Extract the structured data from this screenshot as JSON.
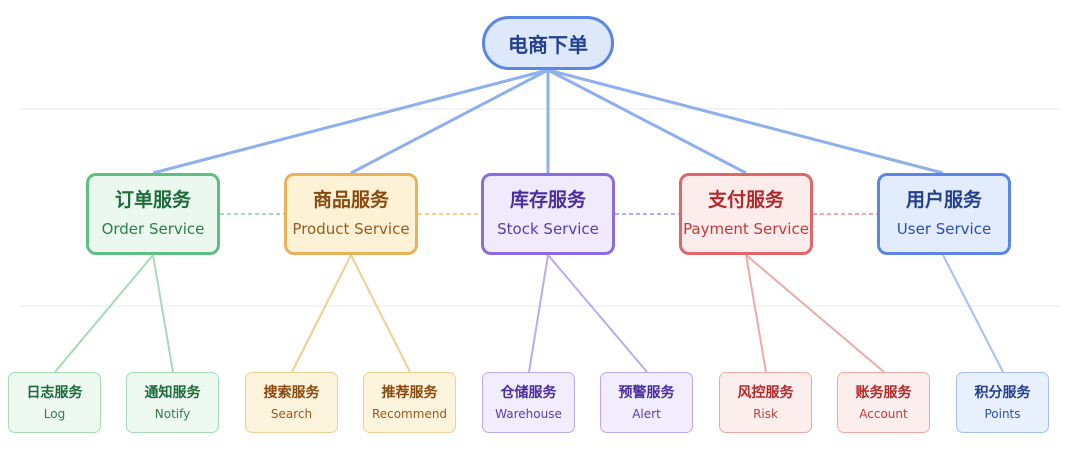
{
  "root": {
    "label": "电商下单"
  },
  "services": [
    {
      "zh": "订单服务",
      "en": "Order Service",
      "color": "green"
    },
    {
      "zh": "商品服务",
      "en": "Product Service",
      "color": "orange"
    },
    {
      "zh": "库存服务",
      "en": "Stock Service",
      "color": "purple"
    },
    {
      "zh": "支付服务",
      "en": "Payment Service",
      "color": "red"
    },
    {
      "zh": "用户服务",
      "en": "User Service",
      "color": "blue"
    }
  ],
  "leaves": [
    {
      "zh": "日志服务",
      "en": "Log",
      "parent": 0
    },
    {
      "zh": "通知服务",
      "en": "Notify",
      "parent": 0
    },
    {
      "zh": "搜索服务",
      "en": "Search",
      "parent": 1
    },
    {
      "zh": "推荐服务",
      "en": "Recommend",
      "parent": 1
    },
    {
      "zh": "仓储服务",
      "en": "Warehouse",
      "parent": 2
    },
    {
      "zh": "预警服务",
      "en": "Alert",
      "parent": 2
    },
    {
      "zh": "风控服务",
      "en": "Risk",
      "parent": 3
    },
    {
      "zh": "账务服务",
      "en": "Account",
      "parent": 3
    },
    {
      "zh": "积分服务",
      "en": "Points",
      "parent": 4
    }
  ],
  "colors": {
    "root_edge": "#8fb0ee",
    "green": "#a6dbb8",
    "orange": "#f0cf92",
    "purple": "#bcaaf0",
    "red": "#f0a9a9",
    "blue": "#a9c0f2",
    "guide": "#eef1f6"
  }
}
